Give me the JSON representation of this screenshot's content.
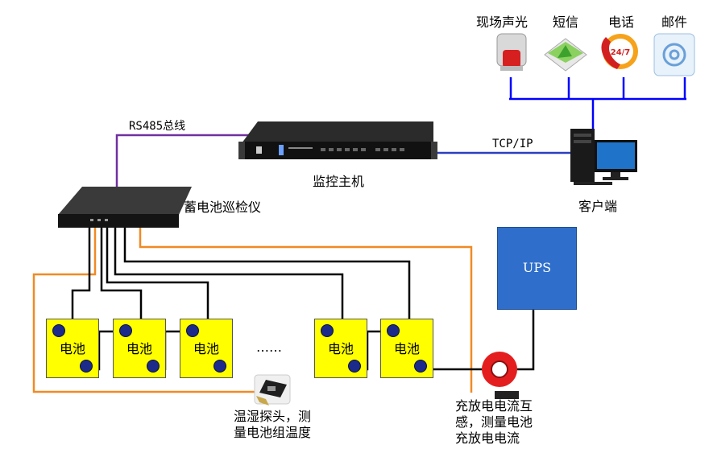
{
  "alerts": {
    "alarm_label": "现场声光",
    "sms_label": "短信",
    "phone_label": "电话",
    "email_label": "邮件",
    "phone_badge": "24/7"
  },
  "bus_label": "RS485总线",
  "network_label": "TCP/IP",
  "monitor_host_label": "监控主机",
  "client_label": "客户端",
  "inspector_label": "蓄电池巡检仪",
  "battery_label": "电池",
  "ellipsis": "……",
  "ups_label": "UPS",
  "sensor_caption": [
    "温湿探头，测",
    "量电池组温度"
  ],
  "ct_caption": [
    "充放电电流互",
    "感，测量电池",
    "充放电电流"
  ],
  "colors": {
    "bus_purple": "#7030a0",
    "net_blue": "#0000ff",
    "sensor_orange": "#f08a24",
    "battery_yellow": "#ffff00",
    "ups_blue": "#2f6fcb"
  }
}
